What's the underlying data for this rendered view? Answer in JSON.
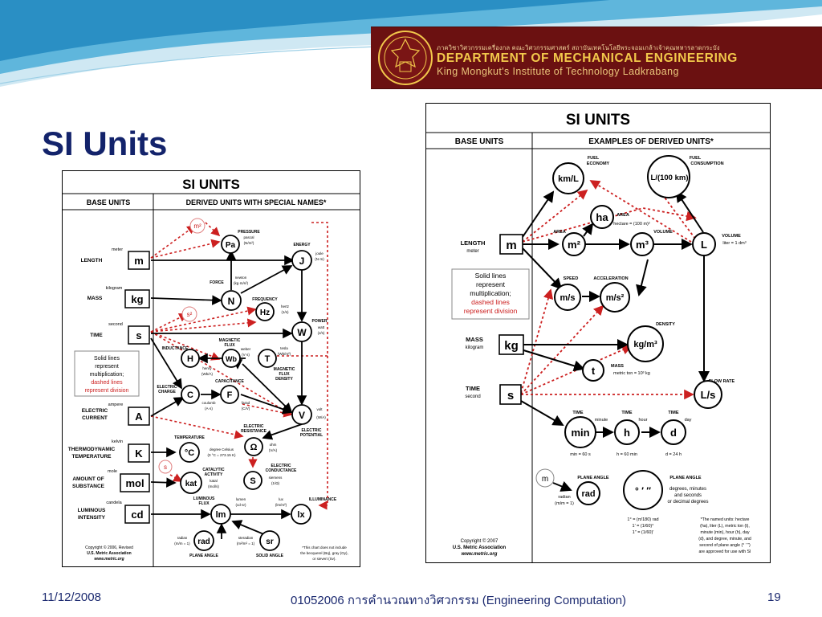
{
  "banner": {
    "line1": "ภาควิชาวิศวกรรมเครื่องกล คณะวิศวกรรมศาสตร์ สถาบันเทคโนโลยีพระจอมเกล้าเจ้าคุณทหารลาดกระบัง",
    "line2": "DEPARTMENT OF MECHANICAL ENGINEERING",
    "line3": "King Mongkut's Institute of Technology Ladkrabang"
  },
  "slide_title": "SI Units",
  "left_chart": {
    "title": "SI UNITS",
    "col_base": "BASE UNITS",
    "col_derived": "DERIVED UNITS WITH SPECIAL NAMES*",
    "base": [
      {
        "name": "LENGTH",
        "unit_name": "meter",
        "symbol": "m"
      },
      {
        "name": "MASS",
        "unit_name": "kilogram",
        "symbol": "kg"
      },
      {
        "name": "TIME",
        "unit_name": "second",
        "symbol": "s"
      },
      {
        "name": "ELECTRIC CURRENT",
        "unit_name": "ampere",
        "symbol": "A"
      },
      {
        "name": "THERMODYNAMIC TEMPERATURE",
        "unit_name": "kelvin",
        "symbol": "K"
      },
      {
        "name": "AMOUNT OF SUBSTANCE",
        "unit_name": "mole",
        "symbol": "mol"
      },
      {
        "name": "LUMINOUS INTENSITY",
        "unit_name": "candela",
        "symbol": "cd"
      }
    ],
    "legend": [
      "Solid lines",
      "represent",
      "multiplication;",
      "dashed lines",
      "represent division"
    ],
    "copyright": [
      "Copyright © 2006, Revised",
      "U.S. Metric Association",
      "www.metric.org"
    ],
    "footnote": [
      "*This chart does not include",
      "the becquerel (Bq), gray (Gy),",
      "or sievert (Sv)."
    ],
    "nodes": {
      "m2": "m²",
      "pa": "Pa",
      "j": "J",
      "n": "N",
      "s2": "s²",
      "hz": "Hz",
      "w": "W",
      "h": "H",
      "wb": "Wb",
      "t": "T",
      "c": "C",
      "f": "F",
      "v": "V",
      "degc": "°C",
      "ohm": "Ω",
      "s_sm": "s",
      "kat": "kat",
      "siemens": "S",
      "lm": "lm",
      "lx": "lx",
      "rad": "rad",
      "sr": "sr"
    },
    "labels": {
      "pressure": "PRESSURE",
      "pascal": "pascal",
      "pascal_def": "(N/m²)",
      "energy": "ENERGY",
      "joule": "joule",
      "joule_def": "(N·m)",
      "force": "FORCE",
      "newton": "newton",
      "newton_def": "(kg·m/s²)",
      "frequency": "FREQUENCY",
      "hertz": "hertz",
      "hertz_def": "(1/s)",
      "power": "POWER",
      "watt": "watt",
      "watt_def": "(J/s)",
      "inductance": "INDUCTANCE",
      "henry": "henry",
      "henry_def": "(Wb/A)",
      "mag_flux": "MAGNETIC",
      "mag_flux2": "FLUX",
      "weber": "weber",
      "weber_def": "(V·s)",
      "tesla": "tesla",
      "tesla_def": "(Wb/m²)",
      "mag_density": "MAGNETIC",
      "mag_density2": "FLUX",
      "mag_density3": "DENSITY",
      "capacitance": "CAPACITANCE",
      "elec_charge": "ELECTRIC",
      "elec_charge2": "CHARGE",
      "coulomb": "coulomb",
      "coulomb_def": "(A·s)",
      "farad": "farad",
      "farad_def": "(C/V)",
      "volt": "volt",
      "volt_def": "(W/A)",
      "elec_potential": "ELECTRIC",
      "elec_potential2": "POTENTIAL",
      "elec_resistance": "ELECTRIC",
      "elec_resistance2": "RESISTANCE",
      "ohm_name": "ohm",
      "ohm_def": "(V/A)",
      "temperature": "TEMPERATURE",
      "celsius": "degree Celsius",
      "celsius_def": "(0 °C = 273.15 K)",
      "cat_activity": "CATALYTIC",
      "cat_activity2": "ACTIVITY",
      "katal": "katal",
      "katal_def": "(mol/s)",
      "elec_conduct": "ELECTRIC",
      "elec_conduct2": "CONDUCTANCE",
      "siemens_name": "siemens",
      "siemens_def": "(1/Ω)",
      "lum_flux": "LUMINOUS",
      "lum_flux2": "FLUX",
      "lumen": "lumen",
      "lumen_def": "(cd·sr)",
      "lux": "lux",
      "lux_def": "(lm/m²)",
      "illuminance": "ILLUMINANCE",
      "radian": "radian",
      "radian_def": "(m/m = 1)",
      "steradian": "steradian",
      "steradian_def": "(m²/m² = 1)",
      "plane_angle": "PLANE ANGLE",
      "solid_angle": "SOLID ANGLE"
    }
  },
  "right_chart": {
    "title": "SI UNITS",
    "col_base": "BASE UNITS",
    "col_derived": "EXAMPLES OF DERIVED UNITS*",
    "base": [
      {
        "name": "LENGTH",
        "unit_name": "meter",
        "symbol": "m"
      },
      {
        "name": "MASS",
        "unit_name": "kilogram",
        "symbol": "kg"
      },
      {
        "name": "TIME",
        "unit_name": "second",
        "symbol": "s"
      }
    ],
    "legend": [
      "Solid lines",
      "represent",
      "multiplication;",
      "dashed lines",
      "represent division"
    ],
    "copyright": [
      "Copyright © 2007",
      "U.S. Metric Association",
      "www.metric.org"
    ],
    "footnote": [
      "*The named units: hectare",
      "(ha), liter (L), metric ton (t),",
      "minute (min), hour (h), day",
      "(d), and degree, minute, and",
      "second of plane angle (° ′ ″)",
      "are approved for use with SI"
    ],
    "nodes": {
      "kml": "km/L",
      "l100": "L/(100 km)",
      "ha": "ha",
      "m2": "m²",
      "m3": "m³",
      "L": "L",
      "ms": "m/s",
      "ms2": "m/s²",
      "kgm3": "kg/m³",
      "t": "t",
      "Ls": "L/s",
      "min": "min",
      "h": "h",
      "d": "d",
      "m_sm": "m",
      "rad": "rad",
      "deg": "° ′ ″"
    },
    "labels": {
      "fuel_economy": "FUEL",
      "fuel_economy2": "ECONOMY",
      "fuel_cons": "FUEL",
      "fuel_cons2": "CONSUMPTION",
      "area_ha": "AREA",
      "hectare": "hectare = (100 m)²",
      "area": "AREA",
      "volume": "VOLUME",
      "volume_L": "VOLUME",
      "liter": "liter = 1 dm³",
      "speed": "SPEED",
      "acceleration": "ACCELERATION",
      "density": "DENSITY",
      "mass_t": "MASS",
      "metric_ton": "metric ton = 10³ kg",
      "flow_rate": "FLOW RATE",
      "time1": "TIME",
      "time2": "TIME",
      "time3": "TIME",
      "minute": "minute",
      "hour": "hour",
      "day": "day",
      "min_def": "min = 60 s",
      "h_def": "h = 60 min",
      "d_def": "d = 24 h",
      "plane_angle1": "PLANE ANGLE",
      "plane_angle2": "PLANE ANGLE",
      "radian": "radian",
      "radian_def": "(m/m = 1)",
      "deg_desc1": "degrees, minutes",
      "deg_desc2": "and seconds",
      "deg_desc3": "or decimal degrees",
      "deg_def1": "1° = (π/180) rad",
      "deg_def2": "1′ = (1/60)°",
      "deg_def3": "1″ = (1/60)′"
    }
  },
  "footer": {
    "date": "11/12/2008",
    "course": "01052006 การคำนวณทางวิศวกรรม (Engineering Computation)",
    "page": "19"
  }
}
